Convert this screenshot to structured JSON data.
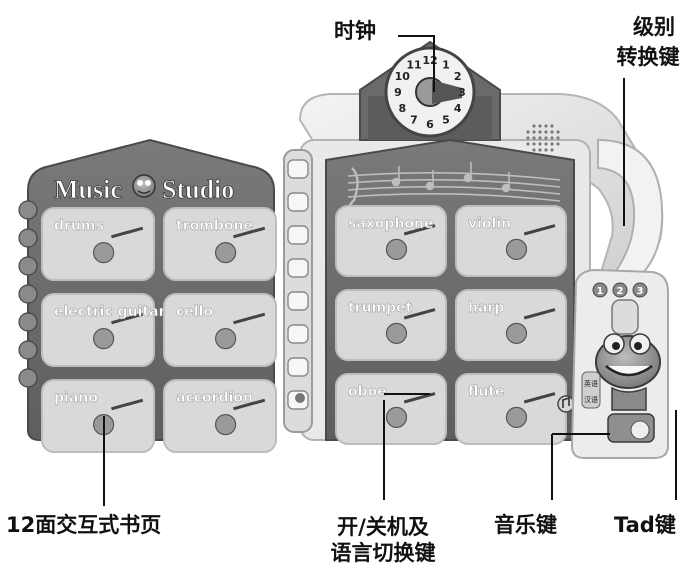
{
  "colors": {
    "book_cover": "#6e6e6e",
    "card": "#d9d9d9",
    "card_edge": "#bdbdbd",
    "card_text": "#ffffff",
    "housing": "#e8e8e8",
    "leader_line": "#111111"
  },
  "labels": {
    "clock": "时钟",
    "level_switch_line1": "级别",
    "level_switch_line2": "转换键",
    "pages": "12面交互式书页",
    "power_line1": "开/关机及",
    "power_line2": "语言切换键",
    "music_key": "音乐键",
    "tad_key": "Tad键"
  },
  "book": {
    "title_left": "Music",
    "title_right": "Studio",
    "left_cards": [
      "drums",
      "trombone",
      "electric guitar",
      "cello",
      "piano",
      "accordion"
    ],
    "right_cards": [
      "saxophone",
      "violin",
      "trumpet",
      "harp",
      "oboe",
      "flute"
    ]
  },
  "clock_numbers": [
    "12",
    "1",
    "2",
    "3",
    "4",
    "5",
    "6",
    "7",
    "8",
    "9",
    "10",
    "11"
  ],
  "level_numbers": [
    "1",
    "2",
    "3"
  ],
  "switch_labels": [
    "英语",
    "汉语"
  ]
}
